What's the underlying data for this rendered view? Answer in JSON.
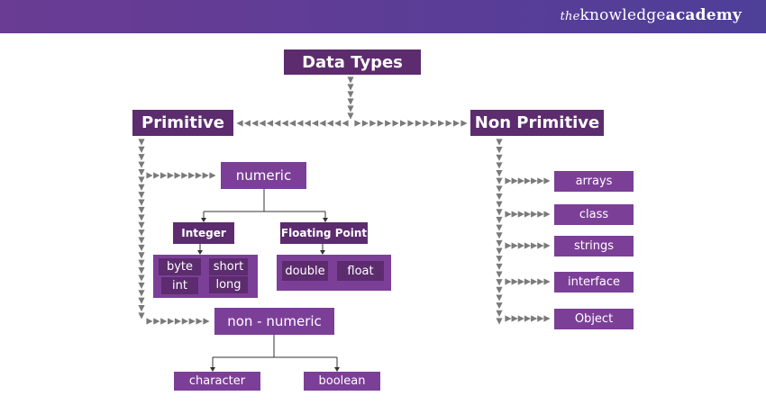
{
  "brand": {
    "prefix": "the",
    "name": "knowledge",
    "suffix": "academy"
  },
  "diagram": {
    "root": "Data Types",
    "primitive": "Primitive",
    "non_primitive": "Non Primitive",
    "numeric": "numeric",
    "integer": "Integer",
    "floating_point": "Floating Point",
    "integer_types": [
      "byte",
      "short",
      "int",
      "long"
    ],
    "float_types": [
      "double",
      "float"
    ],
    "non_numeric": "non - numeric",
    "non_numeric_types": [
      "character",
      "boolean"
    ],
    "non_primitive_types": [
      "arrays",
      "class",
      "strings",
      "interface",
      "Object"
    ]
  },
  "colors": {
    "header": "#5a3d97",
    "dark_box": "#5c2c6e",
    "light_box": "#7c3f98",
    "arrow": "#7a7a7a",
    "line": "#333333"
  }
}
